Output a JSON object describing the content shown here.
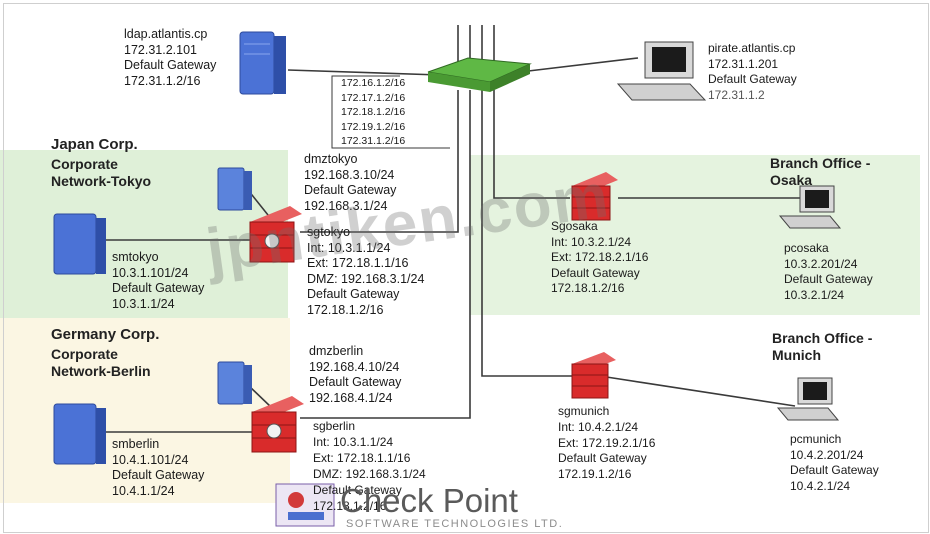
{
  "ldap": [
    "ldap.atlantis.cp",
    "172.31.2.101",
    "Default Gateway",
    "172.31.1.2/16"
  ],
  "router_networks": [
    "172.16.1.2/16",
    "172.17.1.2/16",
    "172.18.1.2/16",
    "172.19.1.2/16",
    "172.31.1.2/16"
  ],
  "pirate": [
    "pirate.atlantis.cp",
    "172.31.1.201",
    "Default Gateway",
    "172.31.1.2"
  ],
  "japan": {
    "title": "Japan Corp.",
    "subtitle_lines": [
      "Corporate",
      "Network-Tokyo"
    ],
    "dmz": [
      "dmztokyo",
      "192.168.3.10/24",
      "Default Gateway",
      "192.168.3.1/24"
    ],
    "gateway": [
      "sgtokyo",
      "Int: 10.3.1.1/24",
      "Ext: 172.18.1.1/16",
      "DMZ: 192.168.3.1/24",
      "Default Gateway",
      "172.18.1.2/16"
    ],
    "server": [
      "smtokyo",
      "10.3.1.101/24",
      "Default Gateway",
      "10.3.1.1/24"
    ]
  },
  "germany": {
    "title": "Germany Corp.",
    "subtitle_lines": [
      "Corporate",
      "Network-Berlin"
    ],
    "dmz": [
      "dmzberlin",
      "192.168.4.10/24",
      "Default Gateway",
      "192.168.4.1/24"
    ],
    "gateway": [
      "sgberlin",
      "Int: 10.3.1.1/24",
      "Ext: 172.18.1.1/16",
      "DMZ: 192.168.3.1/24",
      "Default Gateway",
      "172.18.1.2/16"
    ],
    "server": [
      "smberlin",
      "10.4.1.101/24",
      "Default Gateway",
      "10.4.1.1/24"
    ]
  },
  "osaka": {
    "title_lines": [
      "Branch Office -",
      "Osaka"
    ],
    "gateway": [
      "Sgosaka",
      "Int: 10.3.2.1/24",
      "Ext: 172.18.2.1/16",
      "Default Gateway",
      "172.18.1.2/16"
    ],
    "pc": [
      "pcosaka",
      "10.3.2.201/24",
      "Default Gateway",
      "10.3.2.1/24"
    ]
  },
  "munich": {
    "title_lines": [
      "Branch Office -",
      "Munich"
    ],
    "gateway": [
      "sgmunich",
      "Int: 10.4.2.1/24",
      "Ext: 172.19.2.1/16",
      "Default Gateway",
      "172.19.1.2/16"
    ],
    "pc": [
      "pcmunich",
      "10.4.2.201/24",
      "Default Gateway",
      "10.4.2.1/24"
    ]
  },
  "watermark": "jpntiken.com",
  "brand": {
    "name": "Check Point",
    "tagline": "SOFTWARE TECHNOLOGIES LTD."
  },
  "colors": {
    "tokyo_zone": "#dff0d8",
    "osaka_zone": "#e5f3df",
    "berlin_zone": "#fbf6e3",
    "firewall": "#d92b2b",
    "router": "#6bbf4e",
    "server": "#4a6fcf"
  }
}
